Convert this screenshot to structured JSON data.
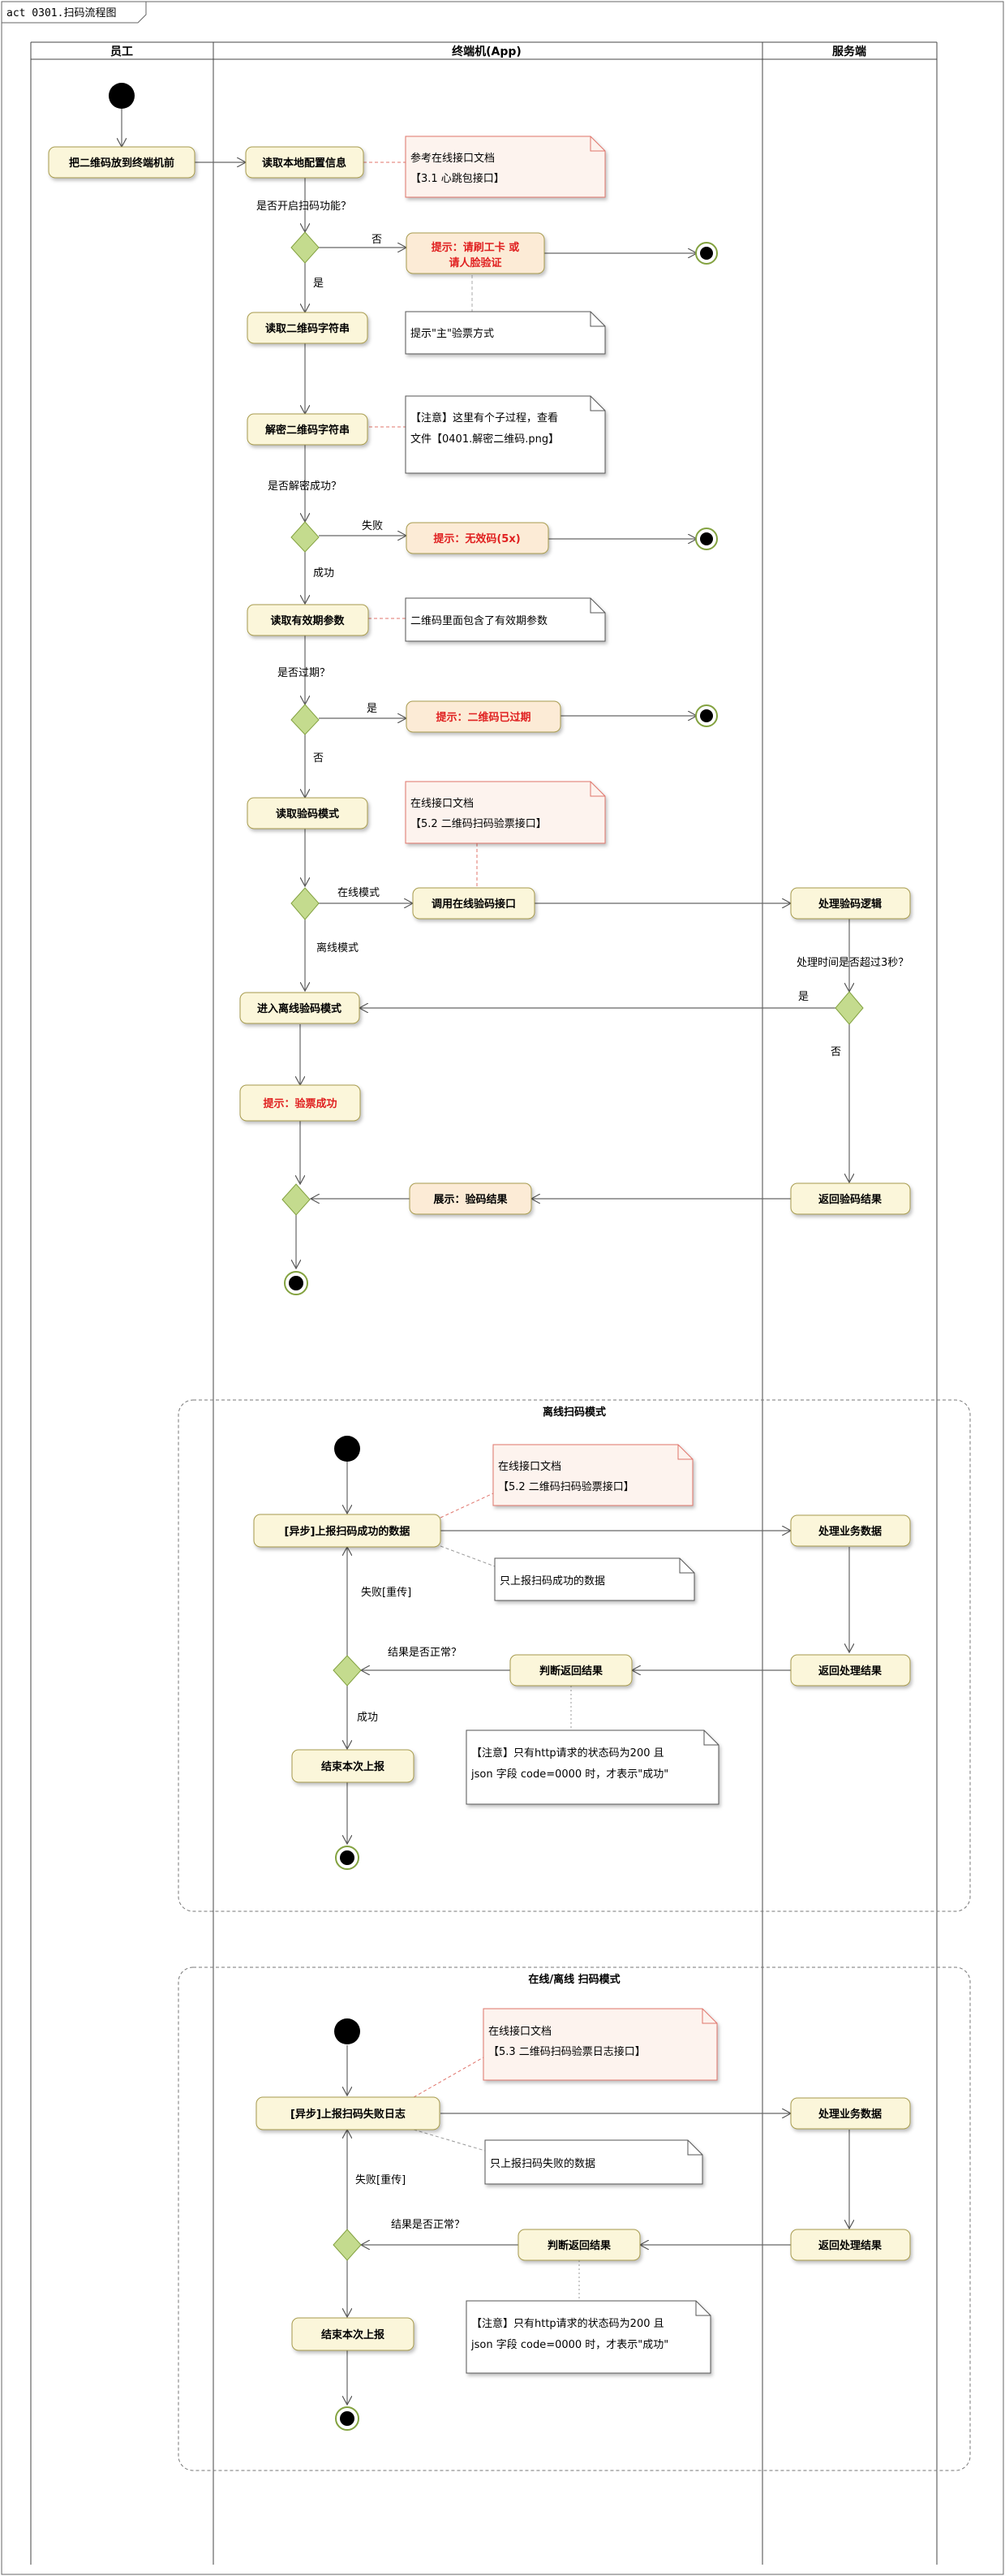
{
  "frame": {
    "title": "act 0301.扫码流程图"
  },
  "lanes": [
    "员工",
    "终端机(App)",
    "服务端"
  ],
  "colors": {
    "action_fill": "#FBF6DA",
    "action_stroke": "#A79B4E",
    "warn_fill": "#FCEBD6",
    "diamond_fill": "#C4DB8E",
    "diamond_stroke": "#83A240",
    "note_fill": "#FDF3EE",
    "note_stroke": "#E0746B",
    "red": "#E02020"
  },
  "main": {
    "a_employee": "把二维码放到终端机前",
    "a_read_config": "读取本地配置信息",
    "note_heartbeat": [
      "参考在线接口文档",
      "【3.1 心跳包接口】"
    ],
    "q_scan_enabled": "是否开启扫码功能？",
    "no": "否",
    "yes": "是",
    "warn_swipe": [
      "提示：请刷工卡 或",
      "请人脸验证"
    ],
    "note_main_ticket": "提示\"主\"验票方式",
    "a_read_qr": "读取二维码字符串",
    "a_decrypt_qr": "解密二维码字符串",
    "note_decrypt": [
      "【注意】这里有个子过程，查看",
      "文件【0401.解密二维码.png】"
    ],
    "q_decrypt_ok": "是否解密成功？",
    "fail": "失败",
    "success": "成功",
    "warn_invalid": "提示：无效码(5x)",
    "a_read_validity": "读取有效期参数",
    "note_validity": "二维码里面包含了有效期参数",
    "q_expired": "是否过期？",
    "warn_expired": "提示：二维码已过期",
    "a_read_mode": "读取验码模式",
    "note_online_doc": [
      "在线接口文档",
      "【5.2 二维码扫码验票接口】"
    ],
    "online_mode": "在线模式",
    "offline_mode": "离线模式",
    "a_call_online": "调用在线验码接口",
    "a_process": "处理验码逻辑",
    "q_timeout": "处理时间是否超过3秒？",
    "a_enter_offline": "进入离线验码模式",
    "a_verify_ok": "提示：验票成功",
    "a_show_result": "展示：验码结果",
    "a_return_result": "返回验码结果"
  },
  "offline_section": {
    "title": "离线扫码模式",
    "a_report": "[异步]上报扫码成功的数据",
    "note_doc": [
      "在线接口文档",
      "【5.2 二维码扫码验票接口】"
    ],
    "note_only": "只上报扫码成功的数据",
    "a_process": "处理业务数据",
    "q_result": "结果是否正常？",
    "fail_loop": "失败[重传]",
    "a_judge": "判断返回结果",
    "a_return": "返回处理结果",
    "success": "成功",
    "a_end": "结束本次上报",
    "note_attention": [
      "【注意】只有http请求的状态码为200 且",
      "json 字段 code=0000 时，才表示\"成功\""
    ]
  },
  "mixed_section": {
    "title": "在线/离线 扫码模式",
    "a_report": "[异步]上报扫码失败日志",
    "note_doc": [
      "在线接口文档",
      "【5.3 二维码扫码验票日志接口】"
    ],
    "note_only": "只上报扫码失败的数据",
    "a_process": "处理业务数据",
    "q_result": "结果是否正常？",
    "fail_loop": "失败[重传]",
    "a_judge": "判断返回结果",
    "a_return": "返回处理结果",
    "a_end": "结束本次上报",
    "note_attention": [
      "【注意】只有http请求的状态码为200 且",
      "json 字段 code=0000 时，才表示\"成功\""
    ]
  }
}
